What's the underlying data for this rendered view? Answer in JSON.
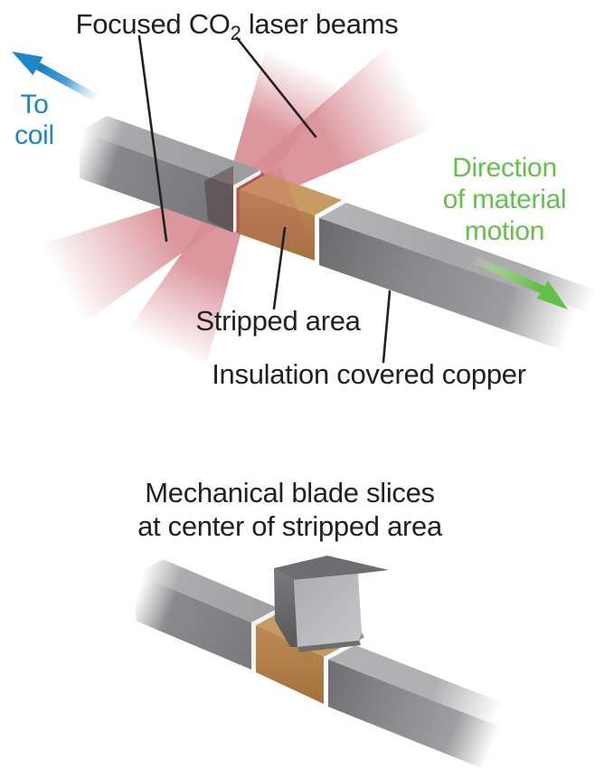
{
  "figure": {
    "title": {
      "pre": "Focused CO",
      "sub": "2",
      "post": " laser beams"
    },
    "top_labels": {
      "to_coil": "To\ncoil",
      "direction": "Direction\nof material\nmotion",
      "stripped_area": "Stripped area",
      "insulation": "Insulation covered copper"
    },
    "bottom_caption": "Mechanical blade slices\nat center of stripped area",
    "icons": {
      "blue_arrow": "arrow-up-left",
      "green_arrow": "arrow-down-right"
    },
    "colors": {
      "beam_pink": "#d98e96",
      "copper_top": "#c99a63",
      "copper_front": "#b3814e",
      "insulation_top": "#a7a7a9",
      "insulation_front": "#7f7f82",
      "cut_face_white": "#f4f2f0",
      "cut_face_gray": "#9a9a9c",
      "laser_line_red": "#b5544c",
      "arrow_blue": "#1b87c9",
      "arrow_green": "#66bf4a",
      "text_black": "#231f20",
      "blade_front": "#b7b7b9",
      "blade_side": "#6e6e71"
    }
  }
}
